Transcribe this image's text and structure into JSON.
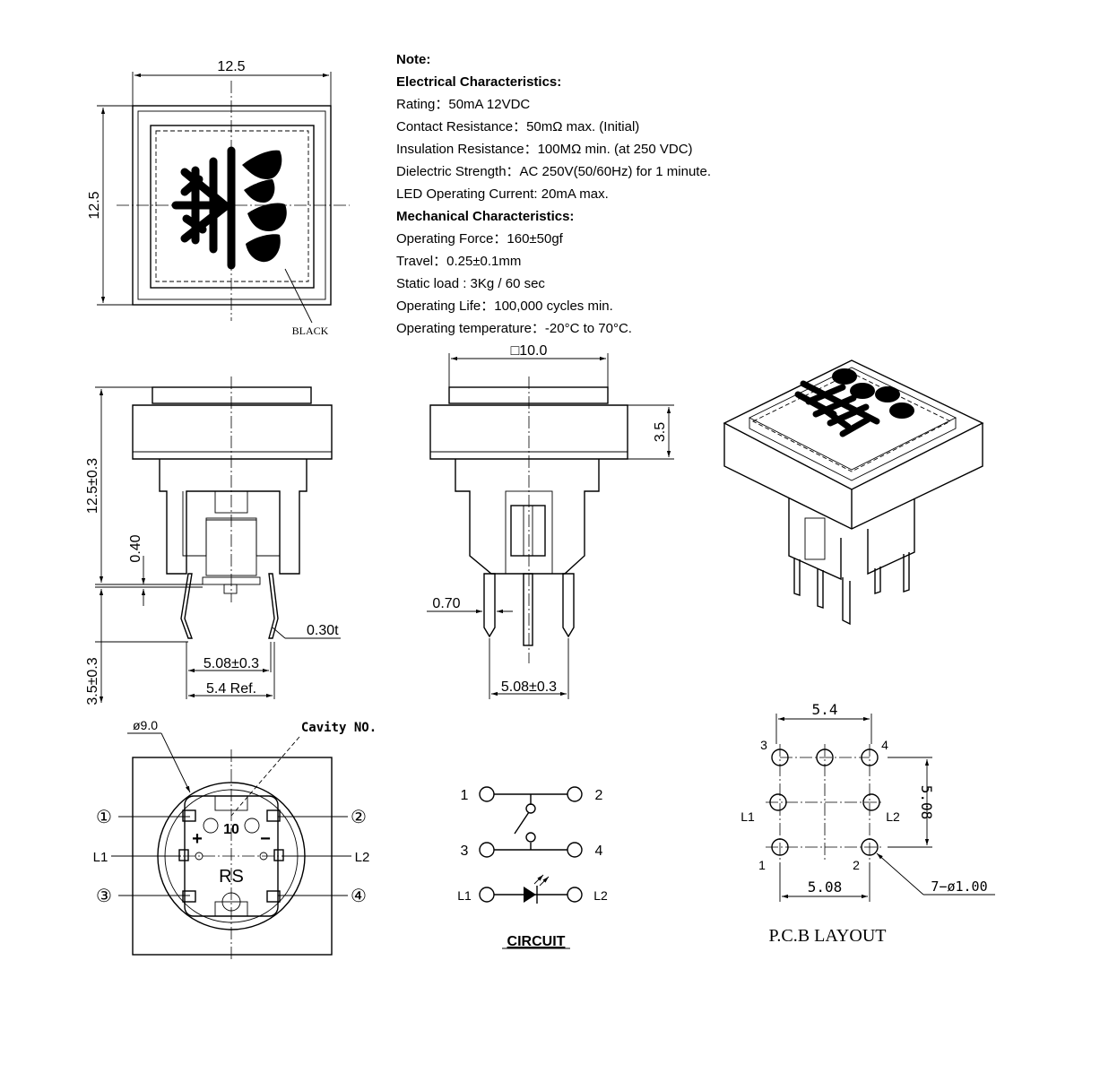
{
  "notes": {
    "title": "Note:",
    "electrical_heading": "Electrical Characteristics:",
    "rating": "Rating：50mA 12VDC",
    "contact_resistance": "Contact Resistance：50mΩ max. (Initial)",
    "insulation_resistance": "Insulation Resistance：100MΩ min. (at 250 VDC)",
    "dielectric_strength": "Dielectric Strength：AC 250V(50/60Hz)  for 1 minute.",
    "led_current": "LED Operating Current: 20mA max.",
    "mechanical_heading": "Mechanical Characteristics:",
    "operating_force": "Operating Force：160±50gf",
    "travel": "Travel：0.25±0.1mm",
    "static_load": "Static load : 3Kg / 60 sec",
    "operating_life": "Operating Life：100,000 cycles min.",
    "operating_temperature": "Operating temperature：-20°C to 70°C."
  },
  "top_view": {
    "width_dim": "12.5",
    "height_dim": "12.5",
    "color_label": "BLACK"
  },
  "side_view": {
    "height_dim": "12.5±0.3",
    "gap_dim": "0.40",
    "thickness_dim": "0.30t",
    "pin_length_dim": "3.5±0.3",
    "pitch_dim": "5.08±0.3",
    "ref_dim": "5.4  Ref."
  },
  "front_view": {
    "cap_dim": "□10.0",
    "cap_height_dim": "3.5",
    "pin_width_dim": "0.70",
    "pitch_dim": "5.08±0.3"
  },
  "bottom_view": {
    "diameter_dim": "ø9.0",
    "cavity_label": "Cavity NO.",
    "cavity_number": "10",
    "brand_mark": "RS",
    "plus_mark": "+",
    "minus_mark": "−",
    "pin_1": "①",
    "pin_2": "②",
    "pin_3": "③",
    "pin_4": "④",
    "l1": "L1",
    "l2": "L2"
  },
  "circuit": {
    "title": "CIRCUIT",
    "t1": "1",
    "t2": "2",
    "t3": "3",
    "t4": "4",
    "l1": "L1",
    "l2": "L2"
  },
  "pcb": {
    "title": "P.C.B LAYOUT",
    "top_dim": "5.4",
    "bottom_dim": "5.08",
    "side_dim": "5.08",
    "hole_dim": "7−ø1.00",
    "n1": "1",
    "n2": "2",
    "n3": "3",
    "n4": "4",
    "l1": "L1",
    "l2": "L2"
  }
}
